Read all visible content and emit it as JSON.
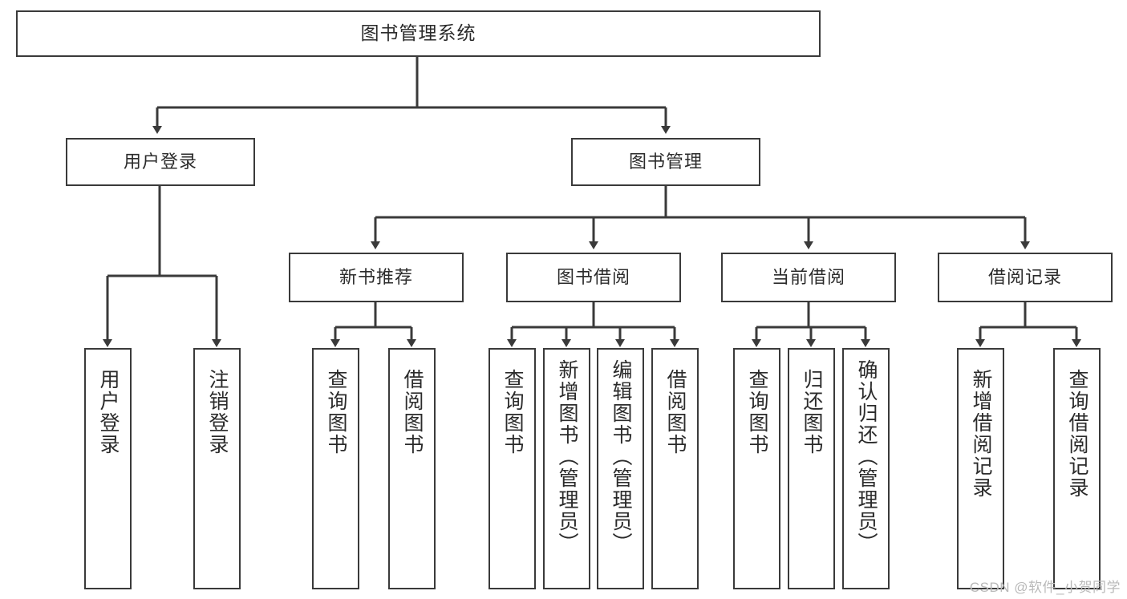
{
  "diagram": {
    "title": "图书管理系统",
    "type": "tree-hierarchy-chart",
    "watermark": "CSDN @软件_小贺同学",
    "colors": {
      "box_border": "#3a3a3a",
      "box_fill": "#ffffff",
      "connector": "#3a3a3a",
      "text": "#2b2b2b",
      "watermark": "#b9b9b9",
      "background": "#ffffff"
    },
    "levels": {
      "root": {
        "label": "图书管理系统"
      },
      "level1": [
        {
          "label": "用户登录"
        },
        {
          "label": "图书管理"
        }
      ],
      "level2": [
        {
          "label": "新书推荐"
        },
        {
          "label": "图书借阅"
        },
        {
          "label": "当前借阅"
        },
        {
          "label": "借阅记录"
        }
      ],
      "leaves": {
        "user_login": [
          {
            "label": "用户登录"
          },
          {
            "label": "注销登录"
          }
        ],
        "new_book_recommend": [
          {
            "label": "查询图书"
          },
          {
            "label": "借阅图书"
          }
        ],
        "book_borrow": [
          {
            "label": "查询图书"
          },
          {
            "label": "新增图书（管理员）"
          },
          {
            "label": "编辑图书（管理员）"
          },
          {
            "label": "借阅图书"
          }
        ],
        "current_borrow": [
          {
            "label": "查询图书"
          },
          {
            "label": "归还图书"
          },
          {
            "label": "确认归还（管理员）"
          }
        ],
        "borrow_record": [
          {
            "label": "新增借阅记录"
          },
          {
            "label": "查询借阅记录"
          }
        ]
      }
    }
  }
}
